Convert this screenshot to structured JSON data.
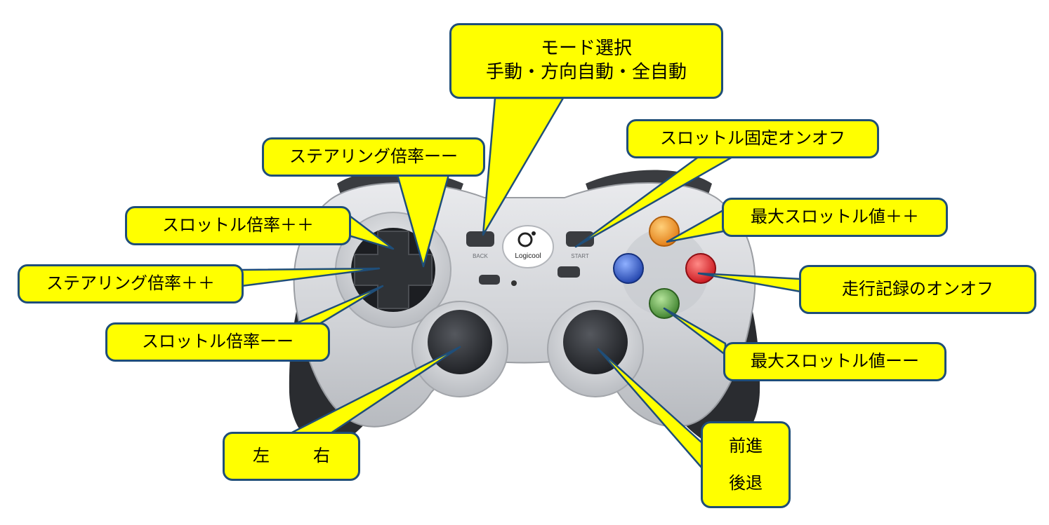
{
  "controller": {
    "brand_text": "Logicool",
    "back_text": "BACK",
    "start_text": "START",
    "colors": {
      "body": "#d4d6da",
      "body_dark": "#2a2c30",
      "button_orange": "#f08c1e",
      "button_red": "#e0222a",
      "button_blue": "#2a52c8",
      "button_green": "#4f9a3a"
    }
  },
  "callout_style": {
    "fill": "#ffff00",
    "border": "#1f4e79"
  },
  "labels": {
    "mode": {
      "line1": "モード選択",
      "line2": "手動・方向自動・全自動"
    },
    "steer_minus": "ステアリング倍率ーー",
    "throttle_plus": "スロットル倍率＋＋",
    "steer_plus": "ステアリング倍率＋＋",
    "throttle_minus": "スロットル倍率ーー",
    "left_right": {
      "left": "左",
      "right": "右"
    },
    "throttle_lock": "スロットル固定オンオフ",
    "max_throttle_plus": "最大スロットル値＋＋",
    "record": "走行記録のオンオフ",
    "max_throttle_minus": "最大スロットル値ーー",
    "fwd_back": {
      "forward": "前進",
      "back": "後退"
    }
  }
}
